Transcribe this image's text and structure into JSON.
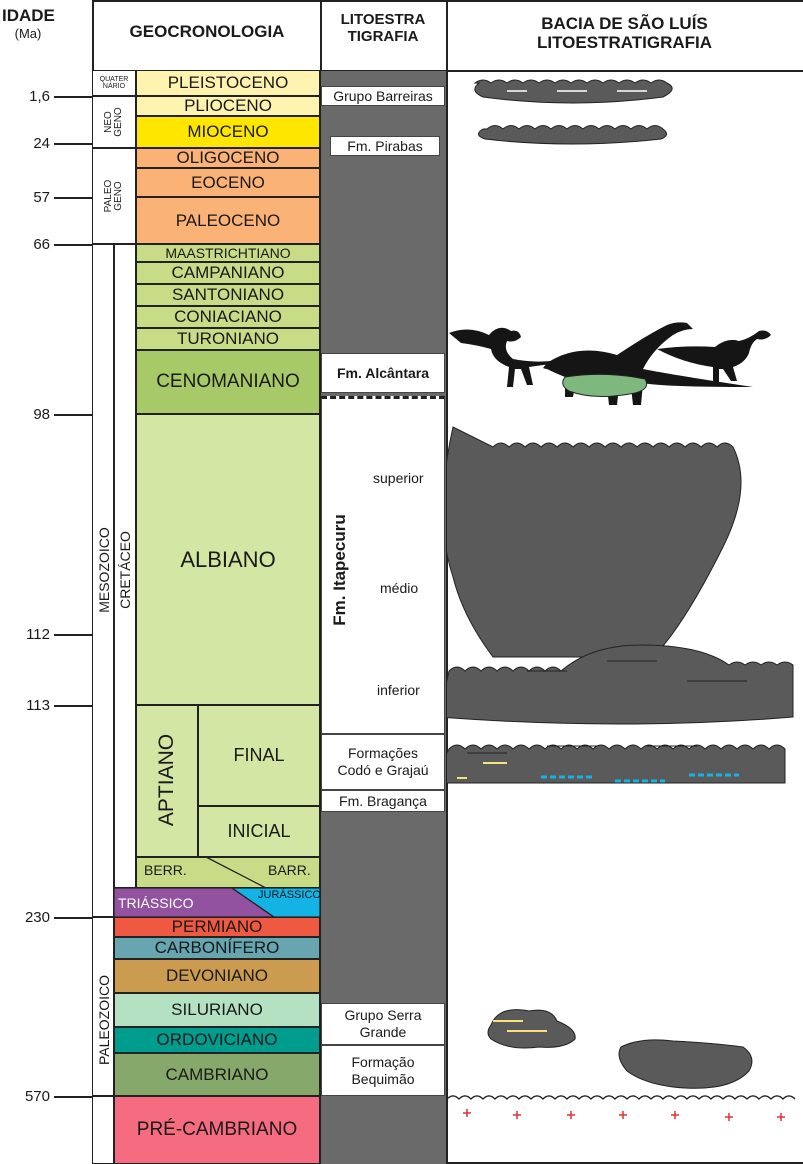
{
  "header": {
    "idade_title": "IDADE",
    "idade_unit": "(Ma)",
    "geocronologia": "GEOCRONOLOGIA",
    "lito_line1": "LITOESTRA",
    "lito_line2": "TIGRAFIA",
    "bacia_line1": "BACIA DE SÃO LUÍS",
    "bacia_line2": "LITOESTRATIGRAFIA"
  },
  "ages": [
    "1,6",
    "24",
    "57",
    "66",
    "98",
    "112",
    "113",
    "230",
    "570"
  ],
  "eras": {
    "quaternario": "QUATER NÁRIO",
    "neogeno": "NEO GENO",
    "paleogeno": "PALEO GENO",
    "mesozoico": "MESOZOICO",
    "cretaceo": "CRETÁCEO",
    "paleozoico": "PALEOZOICO"
  },
  "periods": {
    "pleistoceno": "PLEISTOCENO",
    "plioceno": "PLIOCENO",
    "mioceno": "MIOCENO",
    "oligoceno": "OLIGOCENO",
    "eoceno": "EOCENO",
    "paleoceno": "PALEOCENO",
    "maastrichtiano": "MAASTRICHTIANO",
    "campaniano": "CAMPANIANO",
    "santoniano": "SANTONIANO",
    "coniaciano": "CONIACIANO",
    "turoniano": "TURONIANO",
    "cenomaniano": "CENOMANIANO",
    "albiano": "ALBIANO",
    "aptiano": "APTIANO",
    "final": "FINAL",
    "inicial": "INICIAL",
    "berr": "BERR.",
    "barr": "BARR.",
    "triassico": "TRIÁSSICO",
    "jurassico": "JURÁSSICO",
    "permiano": "PERMIANO",
    "carbonifero": "CARBONÍFERO",
    "devoniano": "DEVONIANO",
    "siluriano": "SILURIANO",
    "ordoviciano": "ORDOVICIANO",
    "cambriano": "CAMBRIANO",
    "precambriano": "PRÉ-CAMBRIANO"
  },
  "lithostratigraphy": {
    "grupo_barreiras": "Grupo Barreiras",
    "fm_pirabas": "Fm. Pirabas",
    "fm_alcantara": "Fm. Alcântara",
    "fm_itapecuru": "Fm. Itapecuru",
    "superior": "superior",
    "medio": "médio",
    "inferior": "inferior",
    "codo_grajau_1": "Formações",
    "codo_grajau_2": "Codó e Grajaú",
    "fm_braganca": "Fm. Bragança",
    "serra_grande_1": "Grupo Serra",
    "serra_grande_2": "Grande",
    "bequimao_1": "Formação",
    "bequimao_2": "Bequimão"
  },
  "colors": {
    "quaternary": "#fff3b0",
    "neogene": "#ffe600",
    "paleogene": "#fbb277",
    "cret_upper": "#c8dc88",
    "cenomanian": "#a8c968",
    "cret_lower": "#d4e6a3",
    "permian": "#ef5941",
    "triassic": "#9352a0",
    "jurassic": "#13b3e6",
    "carboniferous": "#67a5b1",
    "devonian": "#cb9c4f",
    "silurian": "#b3e1c2",
    "ordovician": "#009c8e",
    "cambrian": "#87a86b",
    "precambrian": "#f56b7f",
    "lith_grey": "#6a6a6a",
    "basin_grey": "#5a5a5a",
    "fossil_green": "#7fb87f"
  }
}
